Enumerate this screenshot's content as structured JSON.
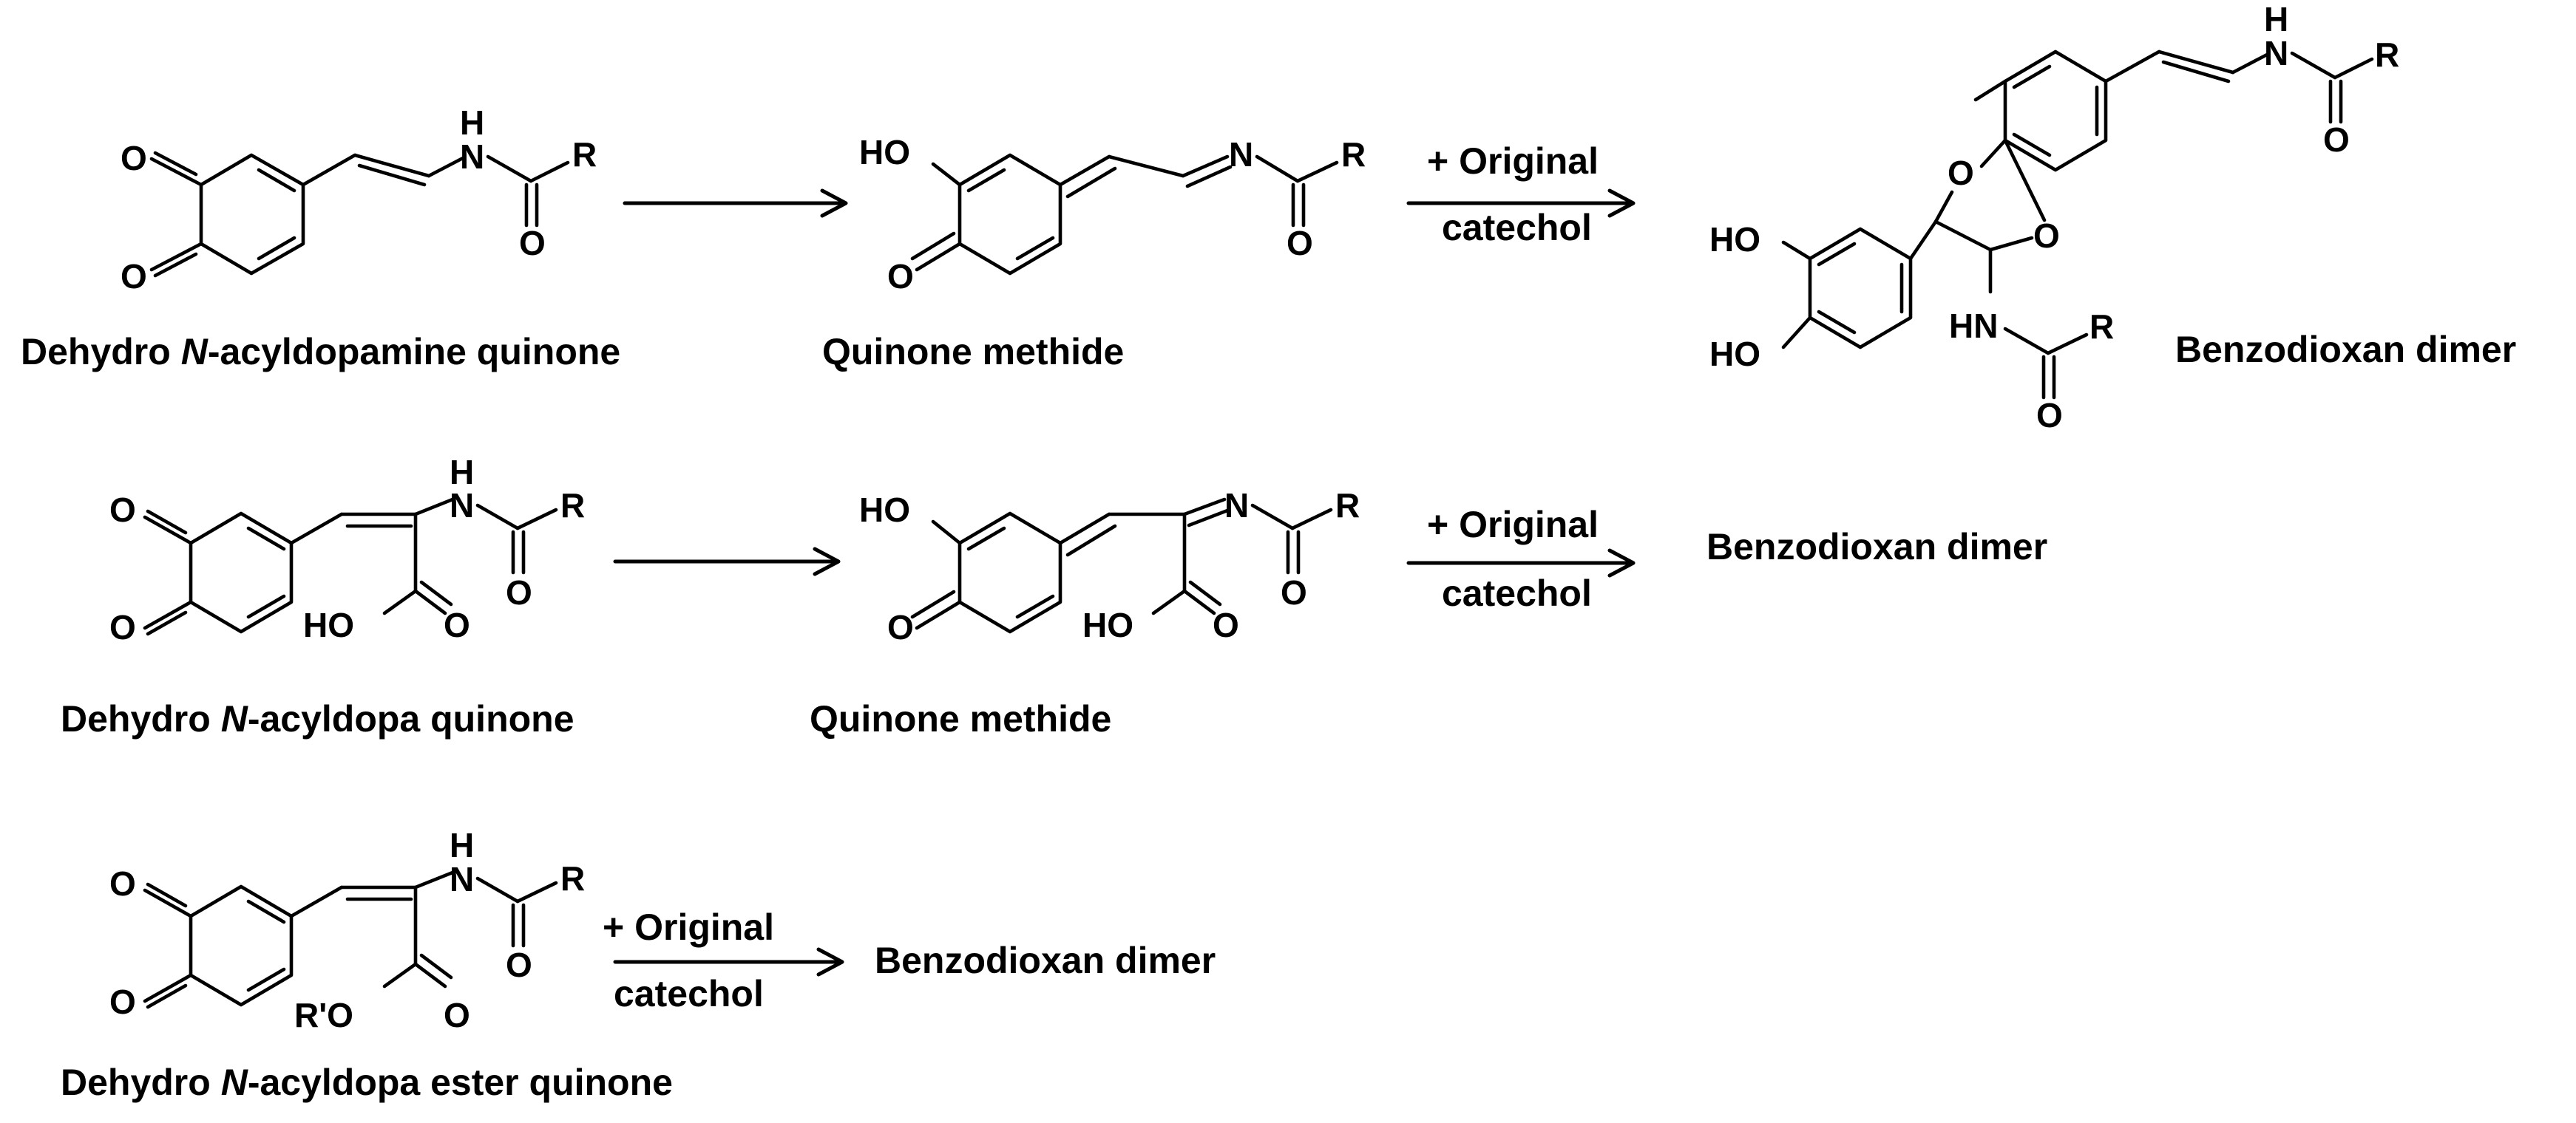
{
  "scheme": {
    "row1": {
      "reactant": "Dehydro N-acyldopamine quinone",
      "intermediate": "Quinone methide",
      "reagent_line1": "+ Original",
      "reagent_line2": "catechol",
      "product": "Benzodioxan dimer"
    },
    "row2": {
      "reactant": "Dehydro N-acyldopa quinone",
      "intermediate": "Quinone methide",
      "reagent_line1": "+ Original",
      "reagent_line2": "catechol",
      "product": "Benzodioxan dimer"
    },
    "row3": {
      "reactant": "Dehydro N-acyldopa ester quinone",
      "reagent_line1": "+ Original",
      "reagent_line2": "catechol",
      "product": "Benzodioxan dimer"
    }
  },
  "atoms": {
    "O": "O",
    "HO": "HO",
    "H": "H",
    "N": "N",
    "HN": "HN",
    "R": "R",
    "R_prime_O": "R'O"
  }
}
